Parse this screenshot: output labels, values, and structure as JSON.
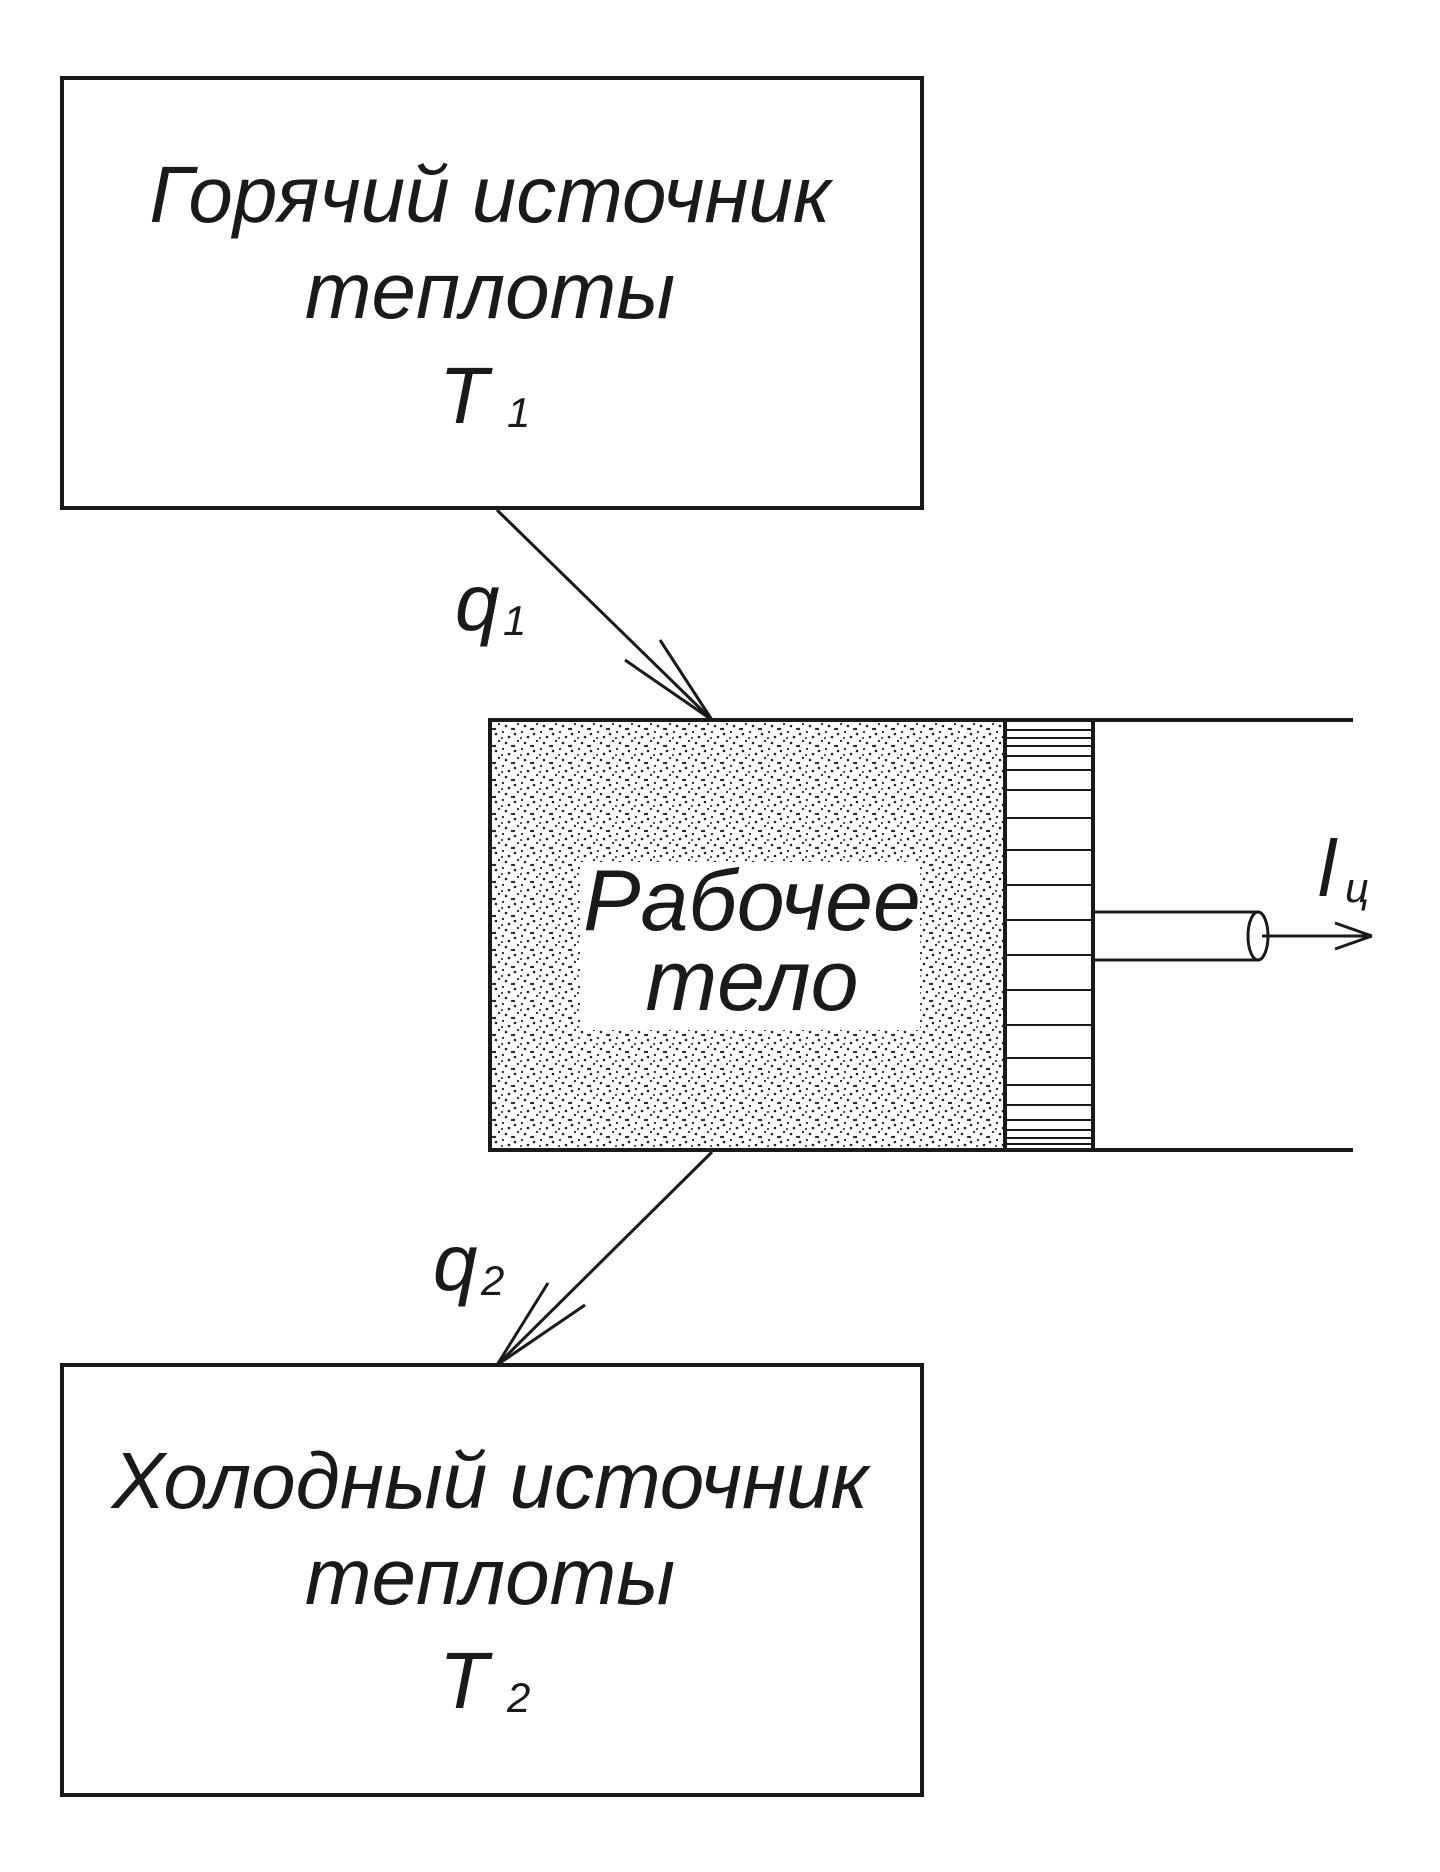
{
  "hot_source": {
    "line1": "Горячий источник",
    "line2": "теплоты",
    "temp_symbol": "T",
    "temp_subscript": "1"
  },
  "cold_source": {
    "line1": "Холодный источник",
    "line2": "теплоты",
    "temp_symbol": "T",
    "temp_subscript": "2"
  },
  "working_body": {
    "line1": "Рабочее",
    "line2": "тело"
  },
  "heat_in": {
    "symbol": "q",
    "subscript": "1"
  },
  "heat_out": {
    "symbol": "q",
    "subscript": "2"
  },
  "work_out": {
    "symbol": "l",
    "subscript": "ц"
  }
}
